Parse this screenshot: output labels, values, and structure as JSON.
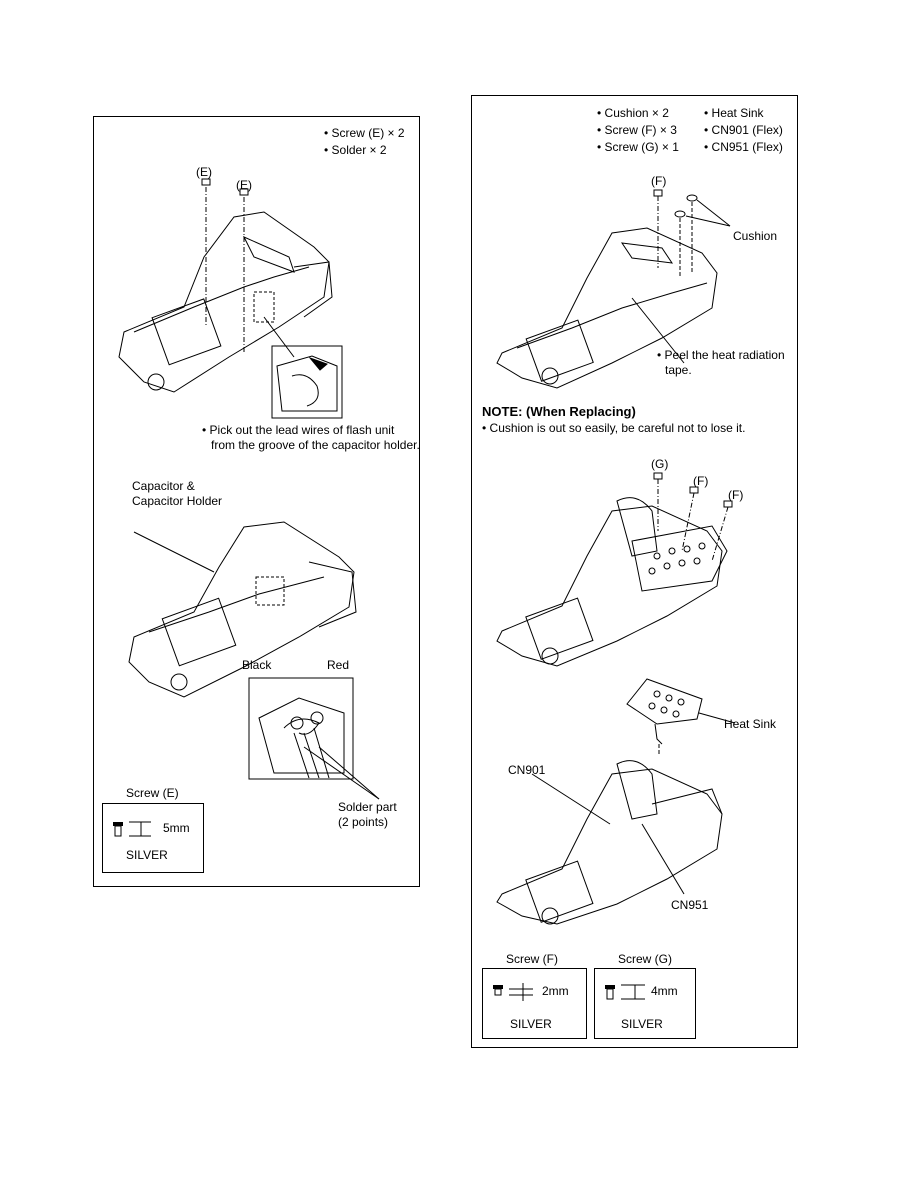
{
  "left_panel": {
    "parts_list": [
      "• Screw (E) × 2",
      "• Solder × 2"
    ],
    "screw_label_1": "(E)",
    "screw_label_2": "(E)",
    "instruction_1_line1": "• Pick out the lead wires of flash unit",
    "instruction_1_line2": "from the groove of the capacitor holder.",
    "capacitor_line1": "Capacitor &",
    "capacitor_line2": "Capacitor Holder",
    "black_label": "Black",
    "red_label": "Red",
    "solder_line1": "Solder part",
    "solder_line2": "(2 points)",
    "screw_spec": {
      "title": "Screw (E)",
      "length": "5mm",
      "finish": "SILVER"
    }
  },
  "right_panel": {
    "parts_col1": [
      "• Cushion × 2",
      "• Screw (F) × 3",
      "• Screw (G) × 1"
    ],
    "parts_col2": [
      "• Heat Sink",
      "• CN901 (Flex)",
      "• CN951 (Flex)"
    ],
    "screw_label_f": "(F)",
    "cushion_label": "Cushion",
    "peel_line1": "• Peel the heat radiation",
    "peel_line2": "tape.",
    "note_title": "NOTE: (When Replacing)",
    "note_text": "• Cushion is out so easily, be careful not to lose it.",
    "screw_label_g": "(G)",
    "screw_label_f2": "(F)",
    "screw_label_f3": "(F)",
    "heat_sink_label": "Heat Sink",
    "cn901_label": "CN901",
    "cn951_label": "CN951",
    "screw_spec_f": {
      "title": "Screw (F)",
      "length": "2mm",
      "finish": "SILVER"
    },
    "screw_spec_g": {
      "title": "Screw (G)",
      "length": "4mm",
      "finish": "SILVER"
    }
  }
}
